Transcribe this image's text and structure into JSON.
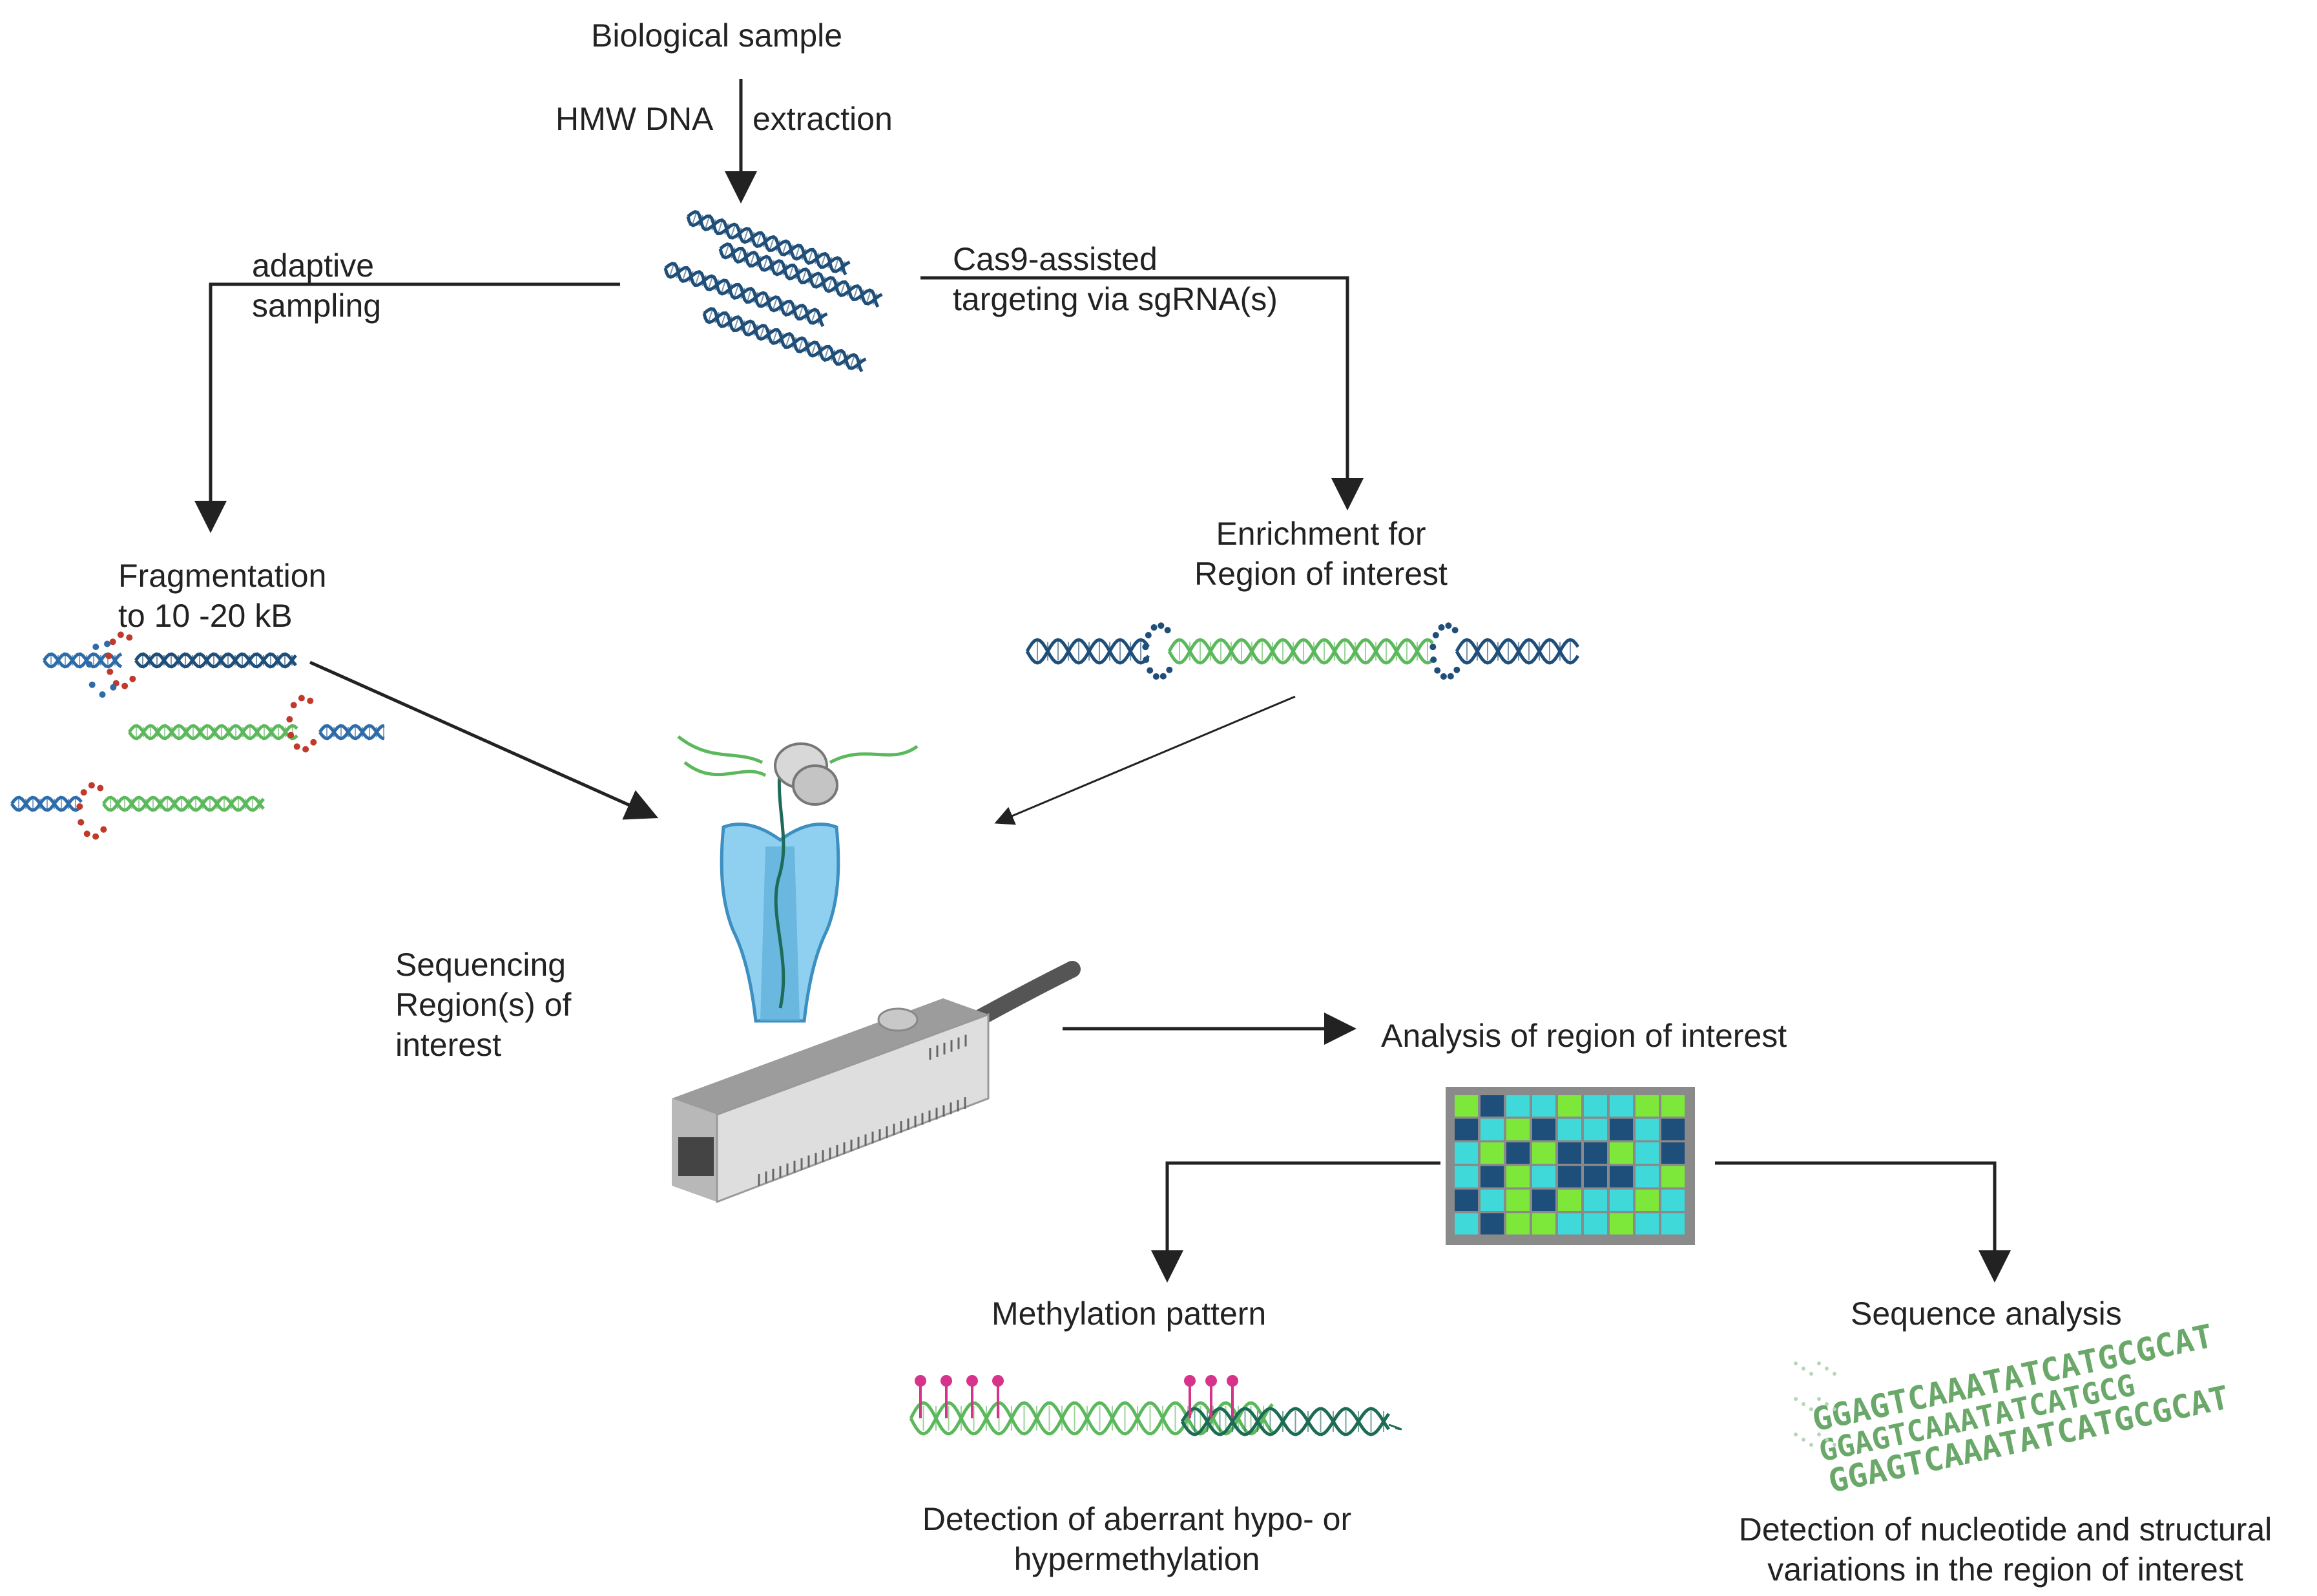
{
  "nodes": {
    "sample": "Biological sample",
    "extract_left": "HMW DNA",
    "extract_right": "extraction",
    "adaptive": "adaptive\nsampling",
    "cas9": "Cas9-assisted\ntargeting via sgRNA(s)",
    "fragmentation": "Fragmentation\nto 10 -20 kB",
    "enrichment": "Enrichment for\nRegion of interest",
    "sequencing": "Sequencing\nRegion(s) of\ninterest",
    "analysis": "Analysis of region of interest",
    "methylation": "Methylation pattern",
    "sequence": "Sequence analysis",
    "detect_methyl": "Detection of aberrant hypo- or\nhypermethylation",
    "detect_seq": "Detection of nucleotide and structural\nvariations in the region of interest"
  },
  "sequence_lines": [
    "GGAGTCAAATATCATGCGCAT",
    "GGAGTCAAATATCATGCG",
    "GGAGTCAAATATCATGCGCAT"
  ],
  "colors": {
    "arrow": "#222222",
    "dna_dark": "#1f4e79",
    "dna_blue": "#2d6ca8",
    "dna_green": "#5cb85c",
    "dna_red": "#c0392b",
    "pore": "#8fd0f0",
    "device": "#c9c9c9",
    "methyl_pin": "#d6338b",
    "grid_navy": "#1d4f7a",
    "grid_cyan": "#3fd9d9",
    "grid_lime": "#7ee83a",
    "seq_green": "#6aa86a"
  },
  "heatmap": [
    [
      2,
      0,
      1,
      1,
      2,
      1,
      1,
      2,
      2
    ],
    [
      0,
      1,
      2,
      0,
      1,
      1,
      0,
      1,
      0
    ],
    [
      1,
      2,
      0,
      2,
      0,
      0,
      2,
      1,
      0
    ],
    [
      1,
      0,
      2,
      1,
      0,
      0,
      0,
      1,
      2
    ],
    [
      0,
      1,
      2,
      0,
      2,
      1,
      1,
      2,
      1
    ],
    [
      1,
      0,
      2,
      2,
      1,
      1,
      2,
      1,
      1
    ]
  ]
}
